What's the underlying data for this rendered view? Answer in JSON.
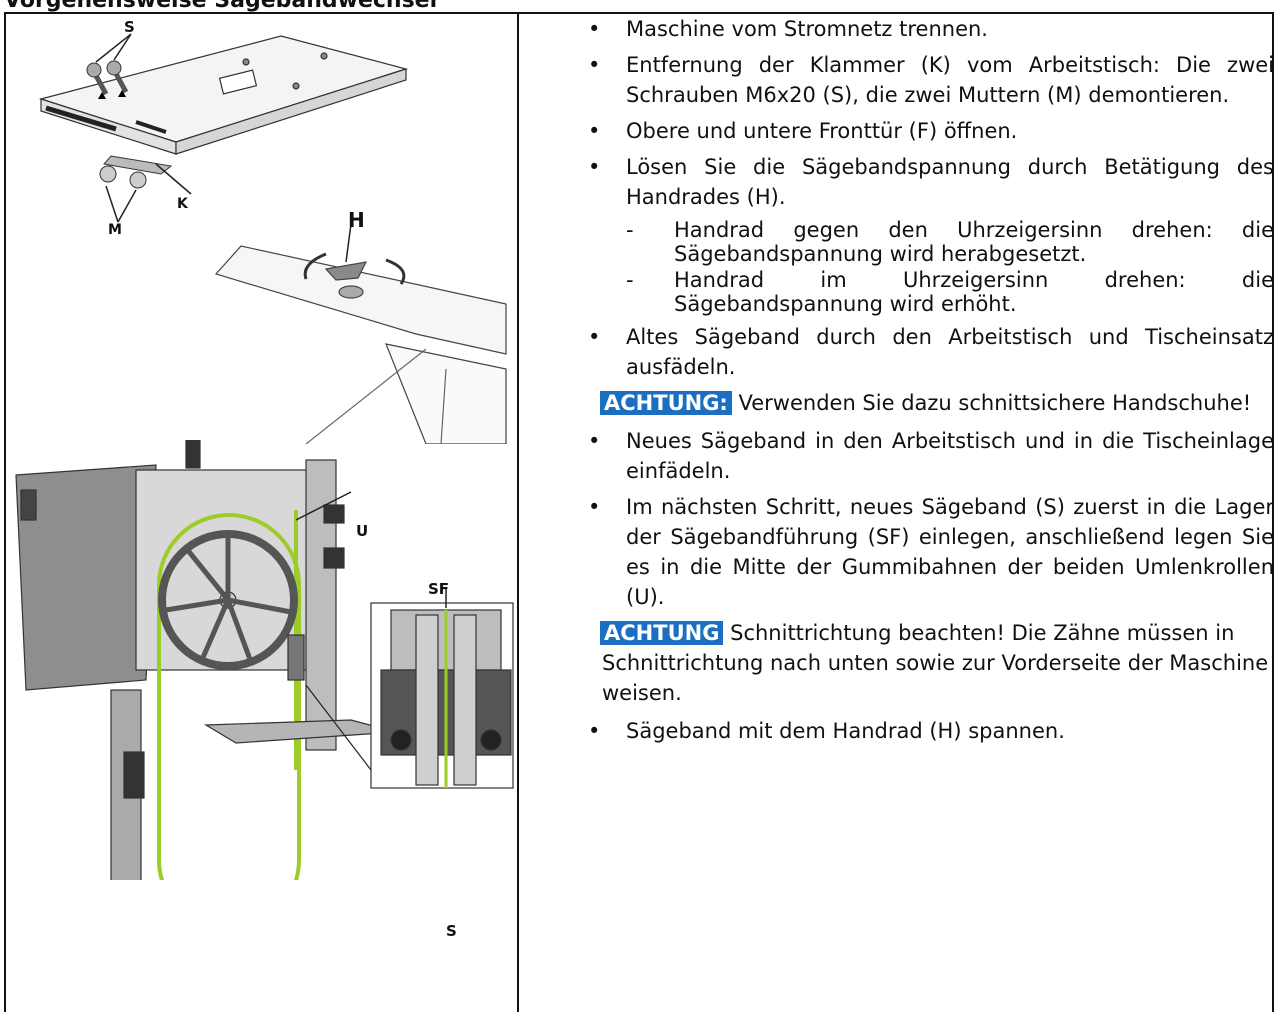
{
  "heading": "Vorgehensweise Sägebandwechsel",
  "figure_labels": {
    "S_top": "S",
    "K": "K",
    "M": "M",
    "H": "H",
    "U": "U",
    "SF": "SF",
    "S_bottom": "S"
  },
  "steps": [
    "Maschine vom Stromnetz trennen.",
    "Entfernung der Klammer (K) vom Arbeitstisch: Die zwei Schrauben M6x20 (S), die zwei Muttern (M) demontieren.",
    "Obere und untere Fronttür (F) öffnen.",
    "Lösen Sie die Sägebandspannung durch Betätigung des Handrades (H)."
  ],
  "substeps": [
    "Handrad gegen den Uhrzeigersinn drehen: die Sägebandspannung wird herabgesetzt.",
    "Handrad im Uhrzeigersinn drehen: die Sägebandspannung wird erhöht."
  ],
  "steps2": [
    "Altes Sägeband durch den Arbeitstisch und Tischeinsatz ausfädeln."
  ],
  "note1": {
    "label": "ACHTUNG:",
    "text": " Verwenden Sie dazu schnittsichere Handschuhe!"
  },
  "steps3": [
    "Neues Sägeband in den Arbeitstisch und in die Tischeinlage einfädeln.",
    "Im nächsten Schritt, neues Sägeband (S) zuerst in die Lager der Sägebandführung (SF) einlegen, anschließend legen Sie es in die Mitte der Gummibahnen der beiden Umlenkrollen (U)."
  ],
  "note2": {
    "label": "ACHTUNG",
    "text": " Schnittrichtung beachten! Die Zähne müssen in Schnittrichtung nach unten sowie zur Vorderseite der Maschine weisen."
  },
  "steps4": [
    "Sägeband mit dem Handrad (H) spannen."
  ],
  "colors": {
    "warning_bg": "#1b6ec2",
    "blade_green": "#9ccc2a"
  }
}
